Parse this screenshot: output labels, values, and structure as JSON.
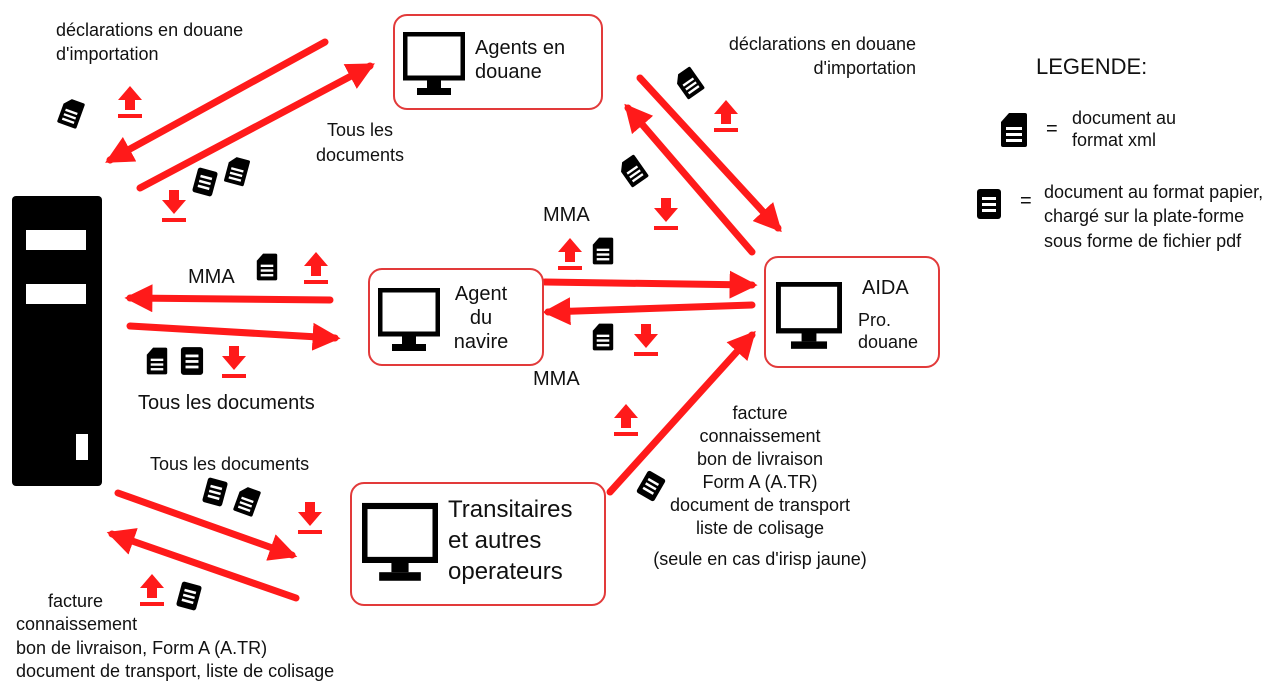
{
  "nodes": {
    "agents_douane": "Agents en douane",
    "agent_navire": "Agent du navire",
    "aida": {
      "title": "AIDA",
      "subtitle": "Pro. douane"
    },
    "transitaires": "Transitaires et autres operateurs"
  },
  "labels": {
    "decl_left": "déclarations en douane d'importation",
    "decl_right": "déclarations en douane d'importation",
    "tous_docs_agents": "Tous les documents",
    "mma_left": "MMA",
    "tous_docs_navire": "Tous les documents",
    "mma_top": "MMA",
    "mma_bottom": "MMA",
    "tous_docs_transit": "Tous les documents",
    "transit_aida_docs": [
      "facture",
      "connaissement",
      "bon de livraison",
      "Form A (A.TR)",
      "document de transport",
      "liste de colisage",
      "(seule en cas d'irisp jaune)"
    ],
    "transit_server_docs": [
      "facture",
      "connaissement",
      "bon de livraison, Form A (A.TR)",
      "document de transport, liste de colisage"
    ]
  },
  "legend": {
    "title": "LEGENDE:",
    "xml_eq": "=",
    "xml_text": "document au format xml",
    "paper_eq": "=",
    "paper_text": "document au format papier, chargé sur la plate-forme sous forme de fichier pdf"
  },
  "colors": {
    "accent": "#ff1a1a",
    "border": "#e23a3a",
    "ink": "#000000"
  },
  "icons": [
    "server-icon",
    "monitor-icon",
    "xml-document-icon",
    "paper-document-icon",
    "upload-arrow-icon",
    "download-arrow-icon"
  ]
}
